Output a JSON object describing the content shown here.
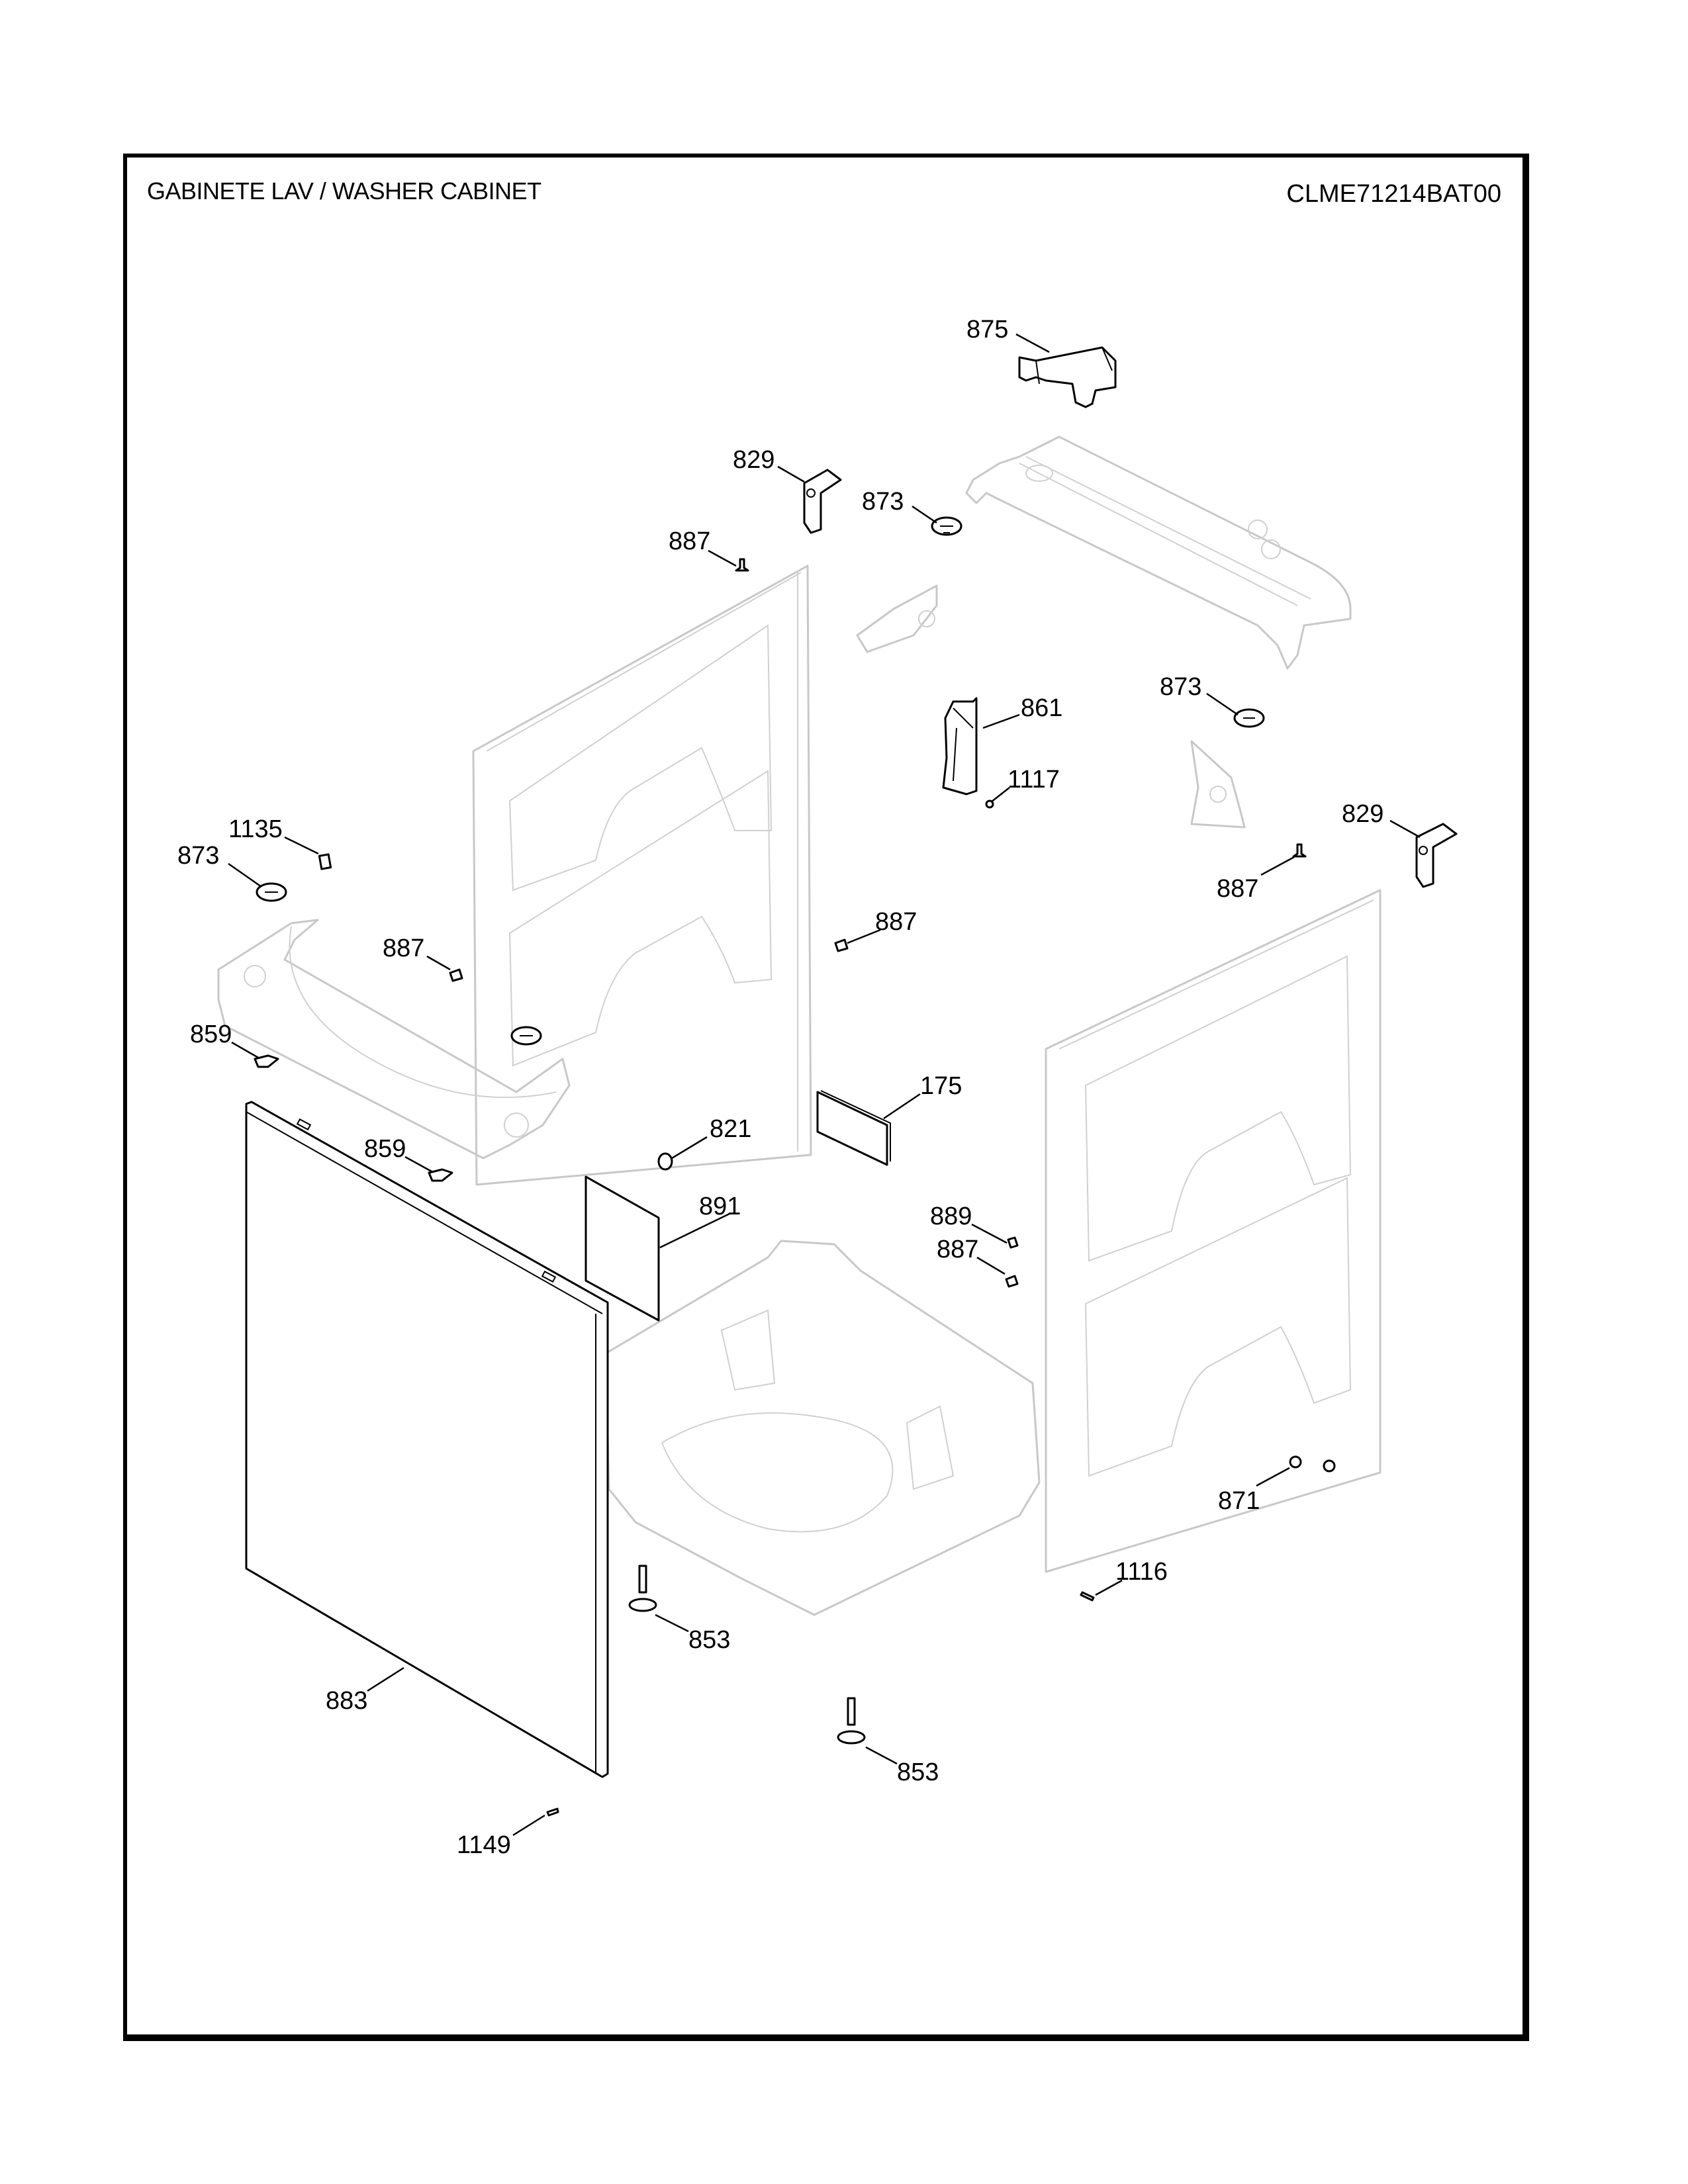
{
  "header": {
    "title": "GABINETE LAV / WASHER CABINET",
    "model_number": "CLME71214BAT00"
  },
  "callouts": [
    {
      "id": "c875",
      "label": "875",
      "part": "bracket-cover"
    },
    {
      "id": "c829a",
      "label": "829",
      "part": "corner-bracket"
    },
    {
      "id": "c873a",
      "label": "873",
      "part": "clip-nut"
    },
    {
      "id": "c887a",
      "label": "887",
      "part": "screw"
    },
    {
      "id": "c861",
      "label": "861",
      "part": "hose-guide"
    },
    {
      "id": "c873b",
      "label": "873",
      "part": "clip-nut"
    },
    {
      "id": "c1117",
      "label": "1117",
      "part": "screw"
    },
    {
      "id": "c829b",
      "label": "829",
      "part": "corner-bracket"
    },
    {
      "id": "c887b",
      "label": "887",
      "part": "screw"
    },
    {
      "id": "c1135",
      "label": "1135",
      "part": "clip"
    },
    {
      "id": "c873c",
      "label": "873",
      "part": "clip-nut"
    },
    {
      "id": "c887c",
      "label": "887",
      "part": "screw"
    },
    {
      "id": "c887d",
      "label": "887",
      "part": "screw"
    },
    {
      "id": "c859a",
      "label": "859",
      "part": "latch-clip"
    },
    {
      "id": "c175",
      "label": "175",
      "part": "insulation-pad"
    },
    {
      "id": "c859b",
      "label": "859",
      "part": "latch-clip"
    },
    {
      "id": "c821",
      "label": "821",
      "part": "spacer"
    },
    {
      "id": "c891",
      "label": "891",
      "part": "label-plate"
    },
    {
      "id": "c889",
      "label": "889",
      "part": "clip"
    },
    {
      "id": "c887e",
      "label": "887",
      "part": "screw"
    },
    {
      "id": "c871",
      "label": "871",
      "part": "nut"
    },
    {
      "id": "c1116",
      "label": "1116",
      "part": "screw"
    },
    {
      "id": "c853a",
      "label": "853",
      "part": "leveling-foot"
    },
    {
      "id": "c883",
      "label": "883",
      "part": "front-panel"
    },
    {
      "id": "c853b",
      "label": "853",
      "part": "leveling-foot"
    },
    {
      "id": "c1149",
      "label": "1149",
      "part": "screw"
    }
  ]
}
